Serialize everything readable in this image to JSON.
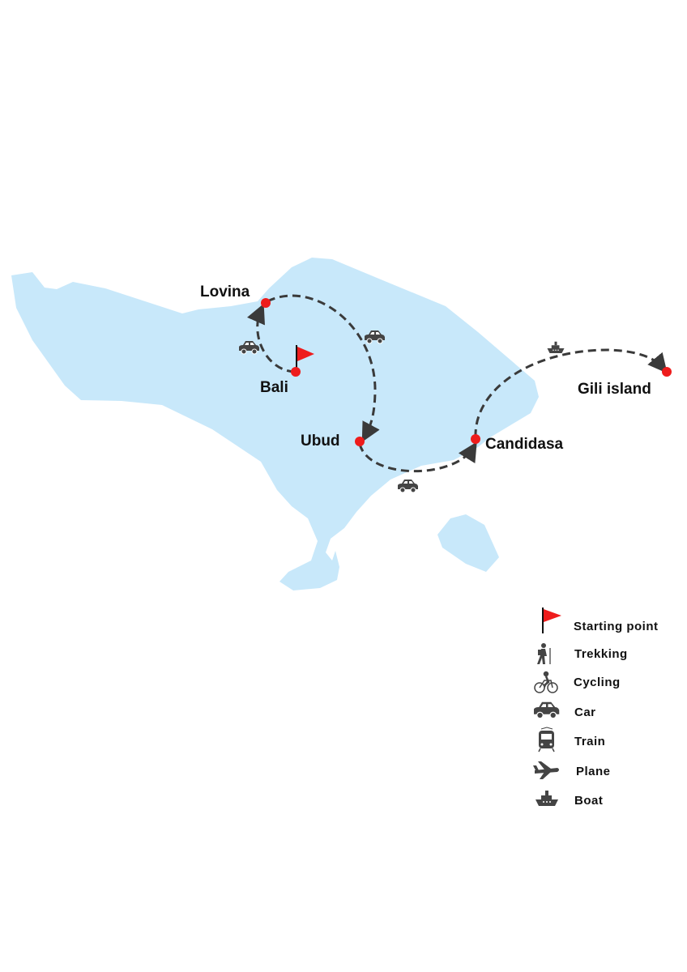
{
  "map": {
    "places": [
      {
        "name": "Lovina"
      },
      {
        "name": "Bali"
      },
      {
        "name": "Ubud"
      },
      {
        "name": "Candidasa"
      },
      {
        "name": "Gili island"
      }
    ],
    "start_place": "Bali",
    "routes": [
      {
        "from": "Bali",
        "to": "Lovina",
        "mode": "car-icon"
      },
      {
        "from": "Lovina",
        "to": "Ubud",
        "mode": "car-icon"
      },
      {
        "from": "Ubud",
        "to": "Candidasa",
        "mode": "car-icon"
      },
      {
        "from": "Candidasa",
        "to": "Gili island",
        "mode": "boat-icon"
      }
    ],
    "colors": {
      "land": "#c8e8fa",
      "marker": "#ee1c1c",
      "route": "#3a3a3a",
      "icon": "#444444"
    }
  },
  "legend": {
    "items": [
      {
        "icon": "flag-icon",
        "label": "Starting point"
      },
      {
        "icon": "hiker-icon",
        "label": "Trekking"
      },
      {
        "icon": "bicycle-icon",
        "label": "Cycling"
      },
      {
        "icon": "car-icon",
        "label": "Car"
      },
      {
        "icon": "train-icon",
        "label": "Train"
      },
      {
        "icon": "plane-icon",
        "label": "Plane"
      },
      {
        "icon": "boat-icon",
        "label": "Boat"
      }
    ]
  }
}
